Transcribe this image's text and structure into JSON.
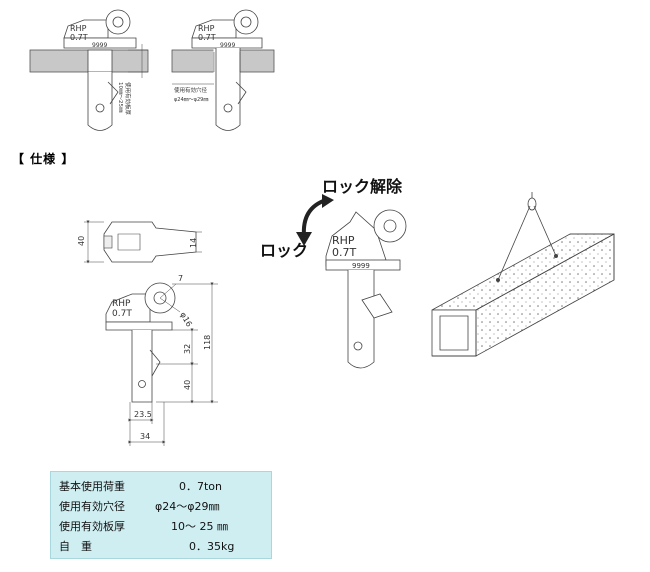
{
  "section": {
    "title": "【 仕様 】"
  },
  "top_figures": {
    "left": {
      "model": "RHP",
      "capacity": "0.7T",
      "serial": "9999",
      "note_line1": "使用有効板厚",
      "note_line2": "10㎜～25㎜"
    },
    "right": {
      "model": "RHP",
      "capacity": "0.7T",
      "serial": "9999",
      "note_line1": "使用有効穴径",
      "note_line2": "φ24㎜～φ29㎜"
    }
  },
  "drawing": {
    "model": "RHP",
    "capacity": "0.7T",
    "dims": {
      "width_top": "40",
      "thickness": "14",
      "angle": "7",
      "hole": "φ16",
      "mid": "32",
      "height": "118",
      "lower": "40",
      "bottom1": "23.5",
      "bottom2": "34"
    }
  },
  "lock_figure": {
    "unlock_label": "ロック解除",
    "lock_label": "ロック",
    "model": "RHP",
    "capacity": "0.7T",
    "serial": "9999"
  },
  "specs": [
    {
      "label": "基本使用荷重",
      "value": "0．7ton"
    },
    {
      "label": "使用有効穴径",
      "value": "φ24～φ29㎜"
    },
    {
      "label": "使用有効板厚",
      "value": "10～ 25 ㎜"
    },
    {
      "label": "自　重",
      "value": "0．35kg"
    }
  ],
  "colors": {
    "spec_bg": "#cfeef2",
    "plate": "#c8c8c8"
  }
}
